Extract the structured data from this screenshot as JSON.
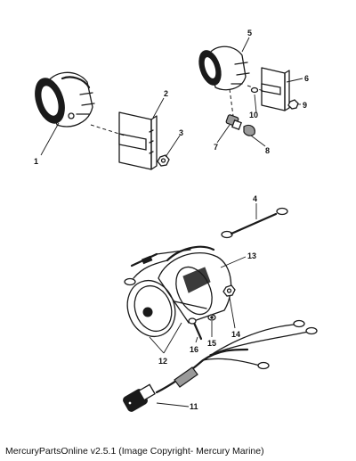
{
  "caption": "MercuryPartsOnline v2.5.1 (Image Copyright- Mercury Marine)",
  "callouts": [
    "1",
    "2",
    "3",
    "4",
    "5",
    "6",
    "7",
    "8",
    "9",
    "10",
    "11",
    "12",
    "13",
    "14",
    "15",
    "16"
  ]
}
